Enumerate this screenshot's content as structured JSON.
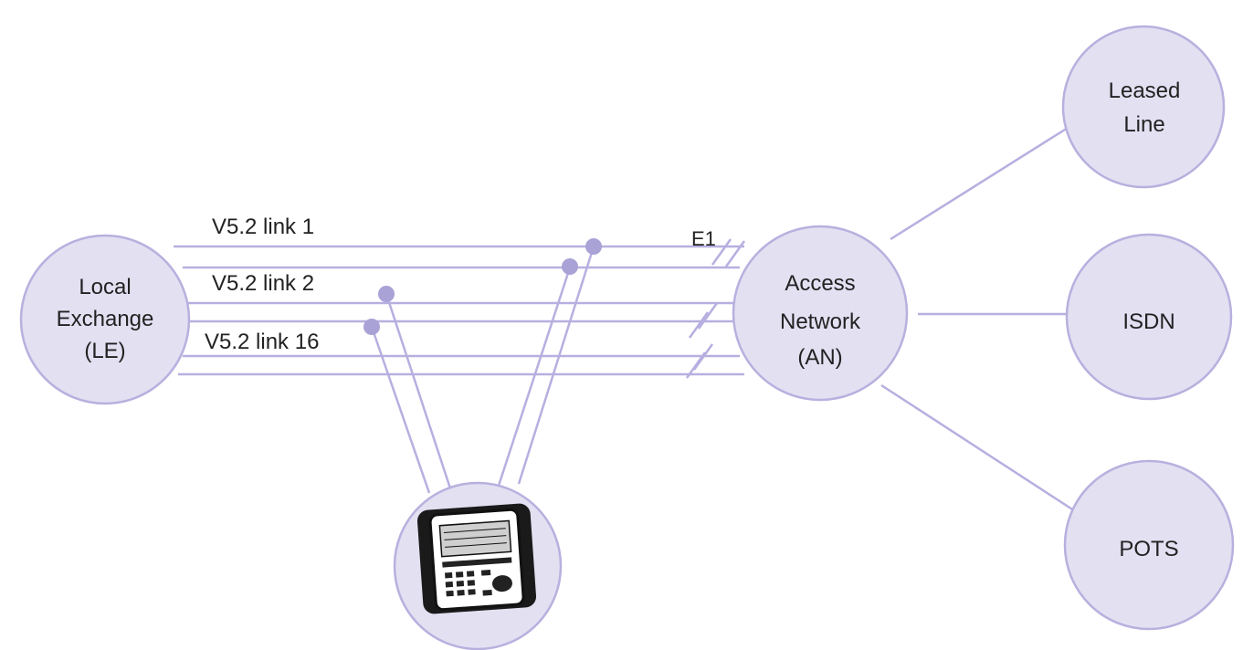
{
  "nodes": {
    "local_exchange": [
      "Local",
      "Exchange",
      "(LE)"
    ],
    "access_network": [
      "Access",
      "Network",
      "(AN)"
    ],
    "leased_line": [
      "Leased",
      "Line"
    ],
    "isdn": [
      "ISDN"
    ],
    "pots": [
      "POTS"
    ]
  },
  "links": {
    "link1": "V5.2 link 1",
    "link2": "V5.2 link 2",
    "link16": "V5.2 link 16",
    "e1": "E1"
  },
  "icons": {
    "tester": "handheld-protocol-tester-icon"
  },
  "colors": {
    "node_fill": "#e3e0f2",
    "node_stroke": "#b8b0de",
    "wire": "#b7afe0",
    "tap": "#a9a2d6"
  }
}
